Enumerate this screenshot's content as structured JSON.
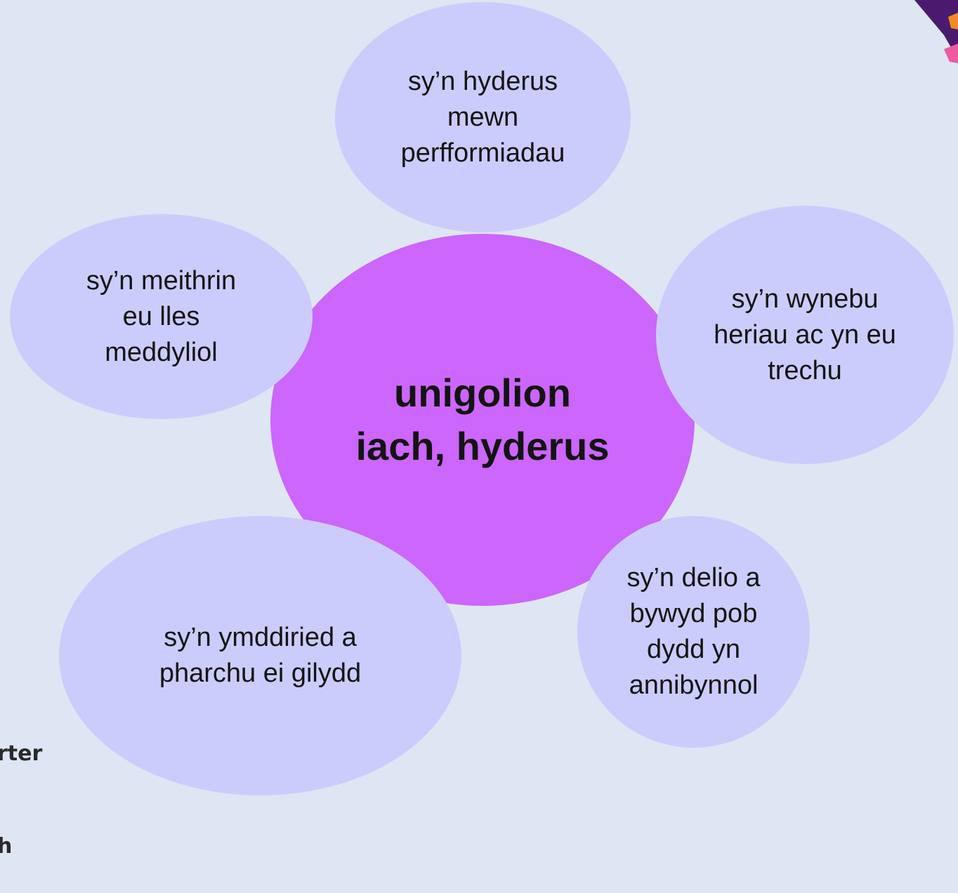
{
  "diagram": {
    "center": {
      "label": "unigolion\niach, hyderus",
      "color": "#cc66fc"
    },
    "satellite_color": "#ccccfc",
    "satellites": [
      {
        "id": "top",
        "label": "sy’n hyderus\nmewn\nperfformiadau"
      },
      {
        "id": "left",
        "label": "sy’n meithrin\neu lles\nmeddyliol"
      },
      {
        "id": "right",
        "label": "sy’n wynebu\nheriau ac yn eu\ntrechu"
      },
      {
        "id": "bottom-left",
        "label": "sy’n ymddiried a\npharchu ei gilydd"
      },
      {
        "id": "bottom-right",
        "label": "sy’n delio a\nbywyd pob\ndydd yn\nannibynnol"
      }
    ]
  },
  "background": {
    "color": "#dde6f2",
    "partial_text": [
      "rter",
      "h"
    ],
    "logo_colors": [
      "#4a1a6e",
      "#f08a24",
      "#ee5aa0"
    ]
  }
}
